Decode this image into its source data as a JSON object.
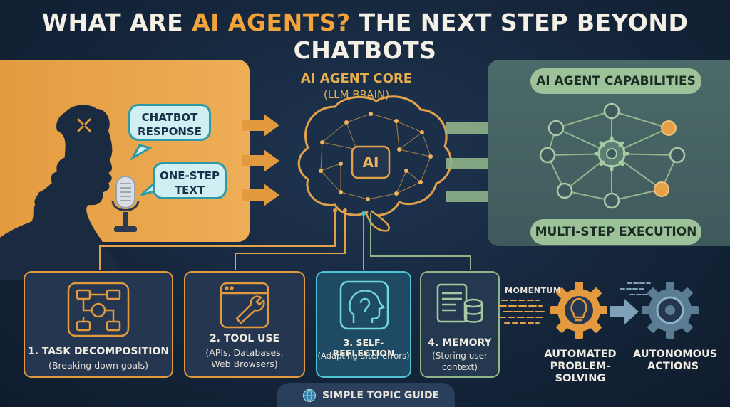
{
  "title": {
    "prefix": "WHAT ARE ",
    "highlight": "AI AGENTS?",
    "suffix": " THE NEXT STEP BEYOND CHATBOTS"
  },
  "chatbot_panel": {
    "bubble_top": "CHATBOT\nRESPONSE",
    "bubble_bottom": "ONE-STEP\nTEXT"
  },
  "core": {
    "title": "AI AGENT CORE",
    "subtitle": "(LLM BRAIN)",
    "chip_label": "AI"
  },
  "capabilities": {
    "header": "AI AGENT CAPABILITIES",
    "footer": "MULTI-STEP EXECUTION"
  },
  "cards": [
    {
      "title": "1. TASK DECOMPOSITION",
      "desc": "(Breaking down goals)",
      "icon": "flowchart-icon",
      "color": "#e29a3c"
    },
    {
      "title": "2. TOOL USE",
      "desc": "(APIs, Databases, Web Browsers)",
      "icon": "wrench-window-icon",
      "color": "#e29a3c"
    },
    {
      "title": "3. SELF-REFLECTION",
      "desc": "(Adapting after errors)",
      "icon": "head-reflection-icon",
      "color": "#4fc3d1"
    },
    {
      "title": "4. MEMORY",
      "desc": "(Storing user context)",
      "icon": "document-database-icon",
      "color": "#8fb48a"
    }
  ],
  "momentum_label": "MOMENTUM",
  "outcomes": [
    {
      "label": "AUTOMATED\nPROBLEM-SOLVING",
      "icon": "lightbulb-gear-icon"
    },
    {
      "label": "AUTONOMOUS\nACTIONS",
      "icon": "gear-icon"
    }
  ],
  "footer": "SIMPLE TOPIC GUIDE",
  "colors": {
    "orange": "#f2a43a",
    "teal": "#4fc3d1",
    "green": "#9cc29a",
    "navy": "#15263b"
  }
}
